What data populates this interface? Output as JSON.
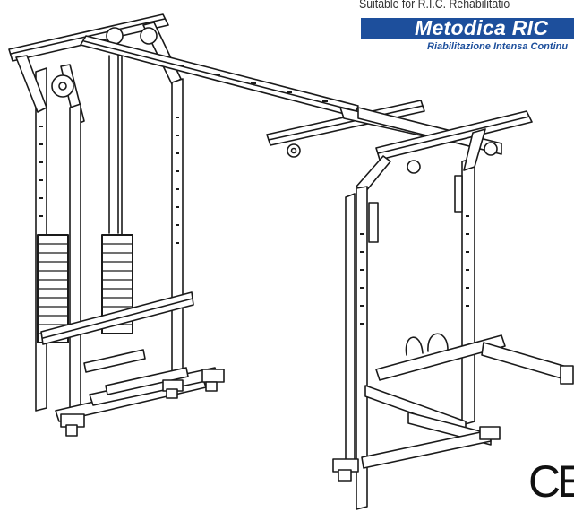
{
  "header": {
    "suitable_text": "Suitable for R.I.C. Rehabilitatio"
  },
  "logo": {
    "brand": "Metodica RIC",
    "tagline": "Riabilitazione Intensa Continu",
    "brand_color": "#1d4f9c"
  },
  "certification": {
    "mark": "CE"
  },
  "illustration": {
    "icon": "rehabilitation-frame-illustration"
  }
}
